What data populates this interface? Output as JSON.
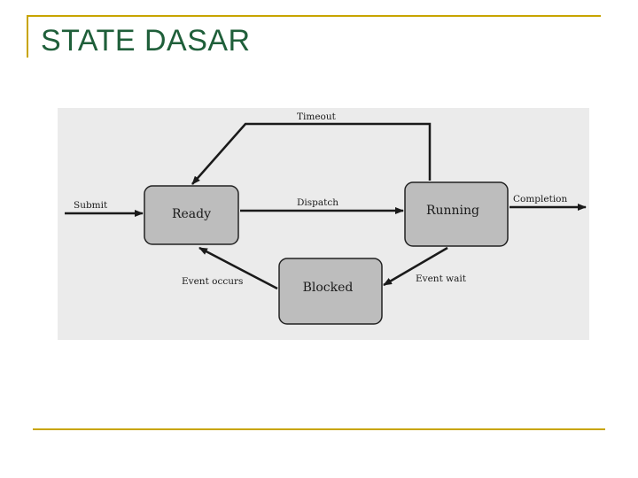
{
  "slide": {
    "title": "STATE DASAR"
  },
  "diagram": {
    "nodes": {
      "ready": "Ready",
      "running": "Running",
      "blocked": "Blocked"
    },
    "edges": {
      "submit": "Submit",
      "timeout": "Timeout",
      "dispatch": "Dispatch",
      "completion": "Completion",
      "event_occurs": "Event occurs",
      "event_wait": "Event wait"
    }
  },
  "colors": {
    "accent_line": "#c8a400",
    "title_text": "#1f5f3a",
    "node_fill": "#bdbdbd",
    "diagram_background": "#ebebeb"
  }
}
